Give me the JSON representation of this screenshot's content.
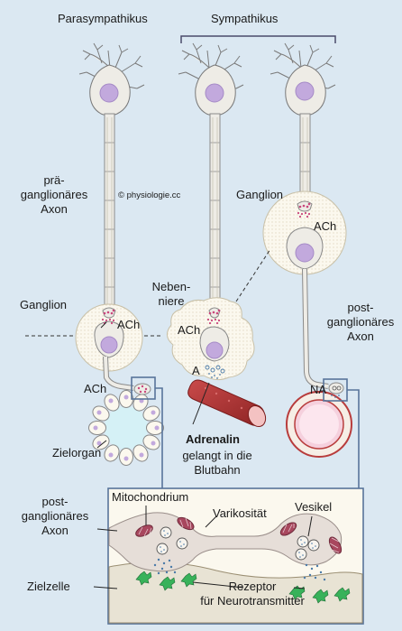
{
  "header": {
    "parasympathikus": "Parasympathikus",
    "sympathikus": "Sympathikus"
  },
  "labels": {
    "praeganglionaer_1": "prä-",
    "praeganglionaer_2": "ganglionäres",
    "praeganglionaer_3": "Axon",
    "ganglion_left": "Ganglion",
    "ganglion_right": "Ganglion",
    "nebenniere_1": "Neben-",
    "nebenniere_2": "niere",
    "ach_left_ganglion": "ACh",
    "ach_middle": "ACh",
    "ach_right_ganglion": "ACh",
    "ach_left_target": "ACh",
    "a": "A",
    "na": "NA",
    "zielorgan": "Zielorgan",
    "adrenalin": "Adrenalin",
    "blutbahn_1": "gelangt in die",
    "blutbahn_2": "Blutbahn",
    "postganglionaer_right_1": "post-",
    "postganglionaer_right_2": "ganglionäres",
    "postganglionaer_right_3": "Axon",
    "watermark": "© physiologie.cc"
  },
  "detail": {
    "postganglionaer_1": "post-",
    "postganglionaer_2": "ganglionäres",
    "postganglionaer_3": "Axon",
    "zielzelle": "Zielzelle",
    "mitochondrium": "Mitochondrium",
    "varikositaet": "Varikosität",
    "vesikel": "Vesikel",
    "rezeptor_1": "Rezeptor",
    "rezeptor_2": "für Neurotransmitter"
  },
  "colors": {
    "background": "#dbe8f2",
    "neuron_fill": "#eeece6",
    "nucleus": "#c2a9dd",
    "ganglion_fill": "#fbf8ee",
    "vesicle_dots": "#c9477c",
    "blood_vessel": "#b23a3a",
    "receptor": "#38b25a",
    "detail_box": "#58749a"
  }
}
